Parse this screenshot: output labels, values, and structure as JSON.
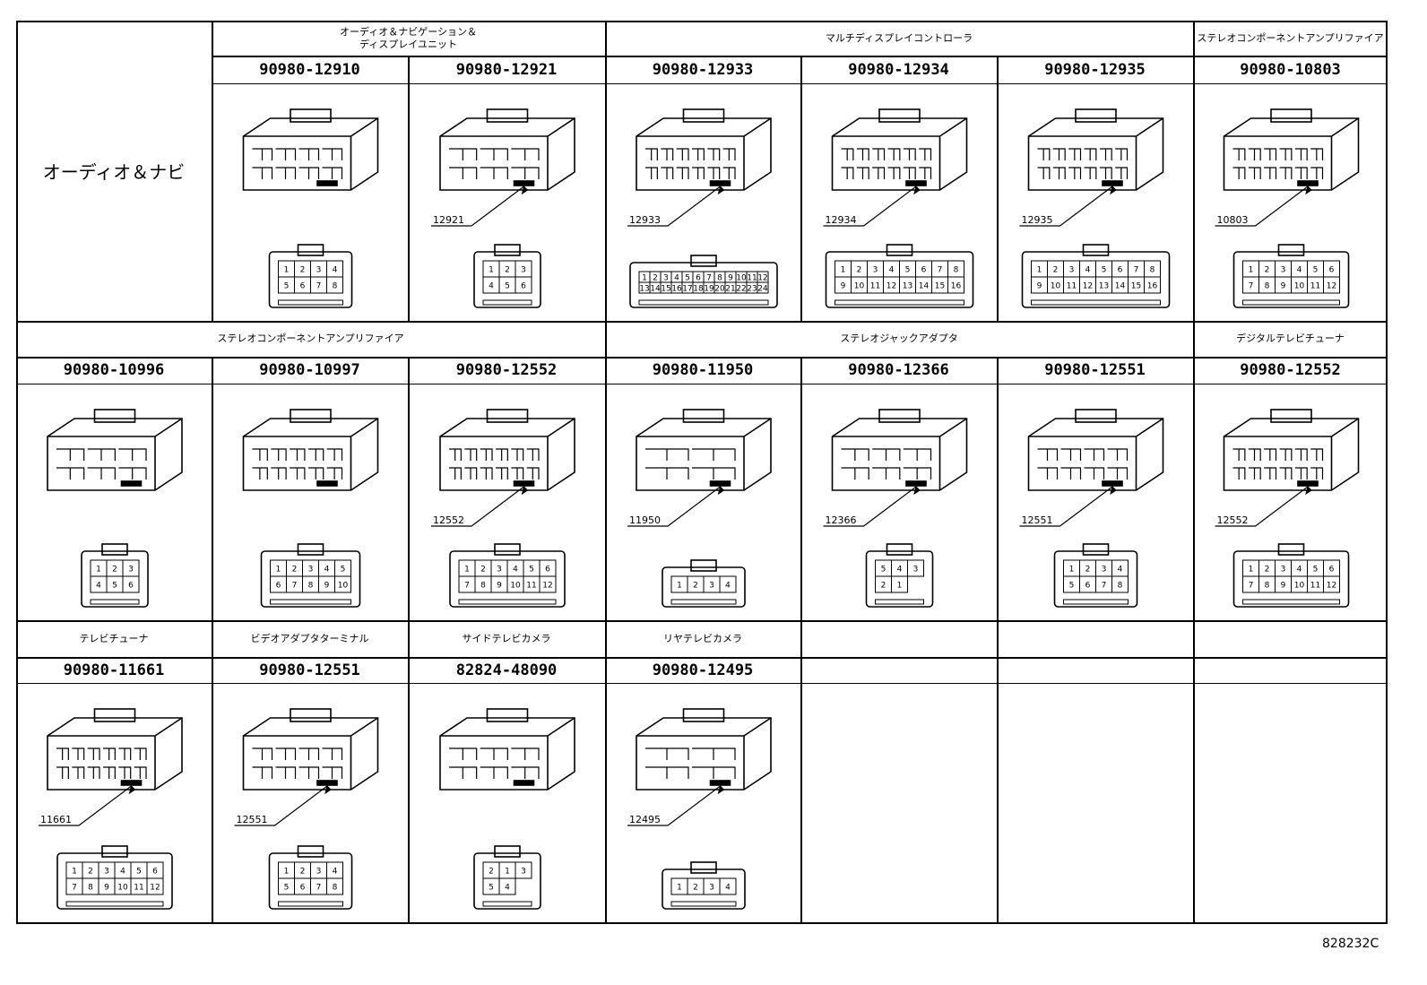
{
  "section_label": "オーディオ＆ナビ",
  "rows": [
    {
      "groups": [
        {
          "label": "オーディオ＆ナビゲーション＆\nディスプレイユニット",
          "span": 2
        },
        {
          "label": "マルチディスプレイコントローラ",
          "span": 3
        },
        {
          "label": "ステレオコンポーネントアンプリファイア",
          "span": 1
        }
      ],
      "connectors": [
        {
          "part": "90980-12910",
          "callout": "",
          "pins": [
            "1",
            "2",
            "3",
            "4",
            "5",
            "6",
            "7",
            "8"
          ]
        },
        {
          "part": "90980-12921",
          "callout": "12921",
          "pins": [
            "1",
            "2",
            "3",
            "4",
            "5",
            "6"
          ]
        },
        {
          "part": "90980-12933",
          "callout": "12933",
          "pins": [
            "1",
            "2",
            "3",
            "4",
            "5",
            "6",
            "7",
            "8",
            "9",
            "10",
            "11",
            "12",
            "13",
            "14",
            "15",
            "16",
            "17",
            "18",
            "19",
            "20",
            "21",
            "22",
            "23",
            "24"
          ]
        },
        {
          "part": "90980-12934",
          "callout": "12934",
          "pins": [
            "1",
            "2",
            "3",
            "4",
            "5",
            "6",
            "7",
            "8",
            "9",
            "10",
            "11",
            "12",
            "13",
            "14",
            "15",
            "16"
          ]
        },
        {
          "part": "90980-12935",
          "callout": "12935",
          "pins": [
            "1",
            "2",
            "3",
            "4",
            "5",
            "6",
            "7",
            "8",
            "9",
            "10",
            "11",
            "12",
            "13",
            "14",
            "15",
            "16"
          ]
        },
        {
          "part": "90980-10803",
          "callout": "10803",
          "pins": [
            "1",
            "2",
            "3",
            "4",
            "5",
            "6",
            "7",
            "8",
            "9",
            "10",
            "11",
            "12"
          ]
        }
      ]
    },
    {
      "groups": [
        {
          "label": "ステレオコンポーネントアンプリファイア",
          "span": 3
        },
        {
          "label": "ステレオジャックアダプタ",
          "span": 3
        },
        {
          "label": "デジタルテレビチューナ",
          "span": 1
        }
      ],
      "connectors": [
        {
          "part": "90980-10996",
          "callout": "",
          "pins": [
            "1",
            "2",
            "3",
            "4",
            "5",
            "6"
          ]
        },
        {
          "part": "90980-10997",
          "callout": "",
          "pins": [
            "1",
            "2",
            "3",
            "4",
            "5",
            "6",
            "7",
            "8",
            "9",
            "10"
          ]
        },
        {
          "part": "90980-12552",
          "callout": "12552",
          "pins": [
            "1",
            "2",
            "3",
            "4",
            "5",
            "6",
            "7",
            "8",
            "9",
            "10",
            "11",
            "12"
          ]
        },
        {
          "part": "90980-11950",
          "callout": "11950",
          "pins": [
            "1",
            "2",
            "3",
            "4"
          ]
        },
        {
          "part": "90980-12366",
          "callout": "12366",
          "pins": [
            "5",
            "4",
            "3",
            "2",
            "1"
          ]
        },
        {
          "part": "90980-12551",
          "callout": "12551",
          "pins": [
            "1",
            "2",
            "3",
            "4",
            "5",
            "6",
            "7",
            "8"
          ]
        },
        {
          "part": "90980-12552",
          "callout": "12552",
          "pins": [
            "1",
            "2",
            "3",
            "4",
            "5",
            "6",
            "7",
            "8",
            "9",
            "10",
            "11",
            "12"
          ]
        }
      ]
    },
    {
      "groups": [
        {
          "label": "テレビチューナ",
          "span": 1
        },
        {
          "label": "ビデオアダプタターミナル",
          "span": 1
        },
        {
          "label": "サイドテレビカメラ",
          "span": 1
        },
        {
          "label": "リヤテレビカメラ",
          "span": 1
        },
        {
          "label": "",
          "span": 1
        },
        {
          "label": "",
          "span": 1
        },
        {
          "label": "",
          "span": 1
        }
      ],
      "connectors": [
        {
          "part": "90980-11661",
          "callout": "11661",
          "pins": [
            "1",
            "2",
            "3",
            "4",
            "5",
            "6",
            "7",
            "8",
            "9",
            "10",
            "11",
            "12"
          ]
        },
        {
          "part": "90980-12551",
          "callout": "12551",
          "pins": [
            "1",
            "2",
            "3",
            "4",
            "5",
            "6",
            "7",
            "8"
          ]
        },
        {
          "part": "82824-48090",
          "callout": "",
          "pins": [
            "2",
            "1",
            "3",
            "5",
            "4"
          ]
        },
        {
          "part": "90980-12495",
          "callout": "12495",
          "pins": [
            "1",
            "2",
            "3",
            "4"
          ]
        }
      ]
    }
  ],
  "figure_code": "828232C"
}
